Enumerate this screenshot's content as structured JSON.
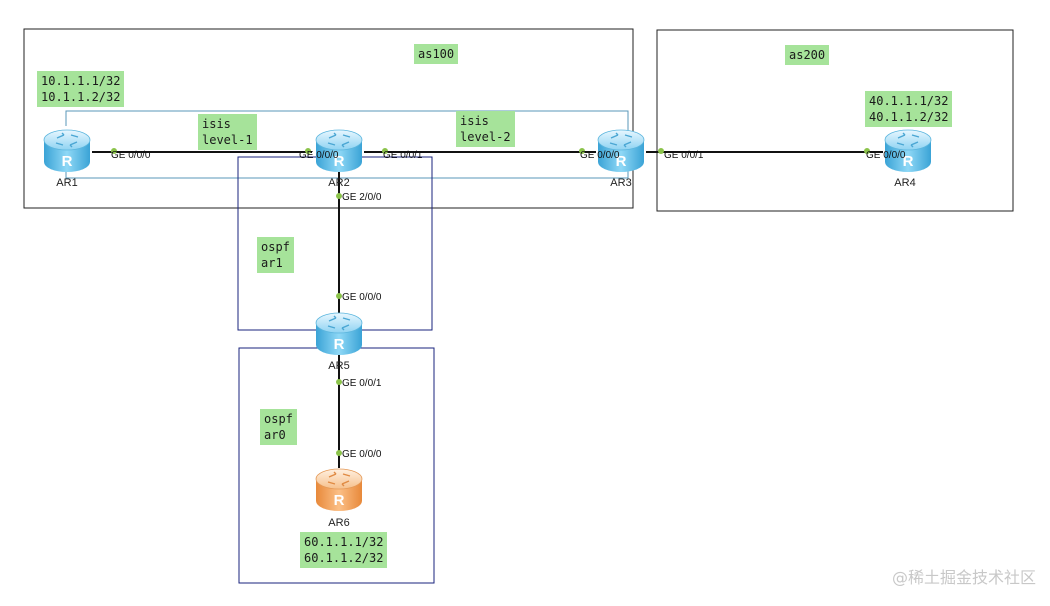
{
  "areas": {
    "as100": "as100",
    "as200": "as200",
    "isis_level1": "isis\nlevel-1",
    "isis_level2": "isis\nlevel-2",
    "ospf_ar1": "ospf\nar1",
    "ospf_ar0": "ospf\nar0"
  },
  "addresses": {
    "ar1": "10.1.1.1/32\n10.1.1.2/32",
    "ar4": "40.1.1.1/32\n40.1.1.2/32",
    "ar6": "60.1.1.1/32\n60.1.1.2/32"
  },
  "routers": {
    "ar1": "AR1",
    "ar2": "AR2",
    "ar3": "AR3",
    "ar4": "AR4",
    "ar5": "AR5",
    "ar6": "AR6"
  },
  "interfaces": {
    "ar1_ge000": "GE 0/0/0",
    "ar2_ge000": "GE 0/0/0",
    "ar2_ge001": "GE 0/0/1",
    "ar2_ge200": "GE 2/0/0",
    "ar3_ge000": "GE 0/0/0",
    "ar3_ge001": "GE 0/0/1",
    "ar4_ge000": "GE 0/0/0",
    "ar5_ge000": "GE 0/0/0",
    "ar5_ge001": "GE 0/0/1",
    "ar6_ge000": "GE 0/0/0"
  },
  "colors": {
    "router_core": "#4fb3e0",
    "router_edge": "#f0a060",
    "note_bg": "#a6e39a",
    "isis_border": "#5a97b8",
    "ospf_border": "#1a237e",
    "port_dot": "#8bc34a"
  },
  "watermark": "@稀土掘金技术社区"
}
